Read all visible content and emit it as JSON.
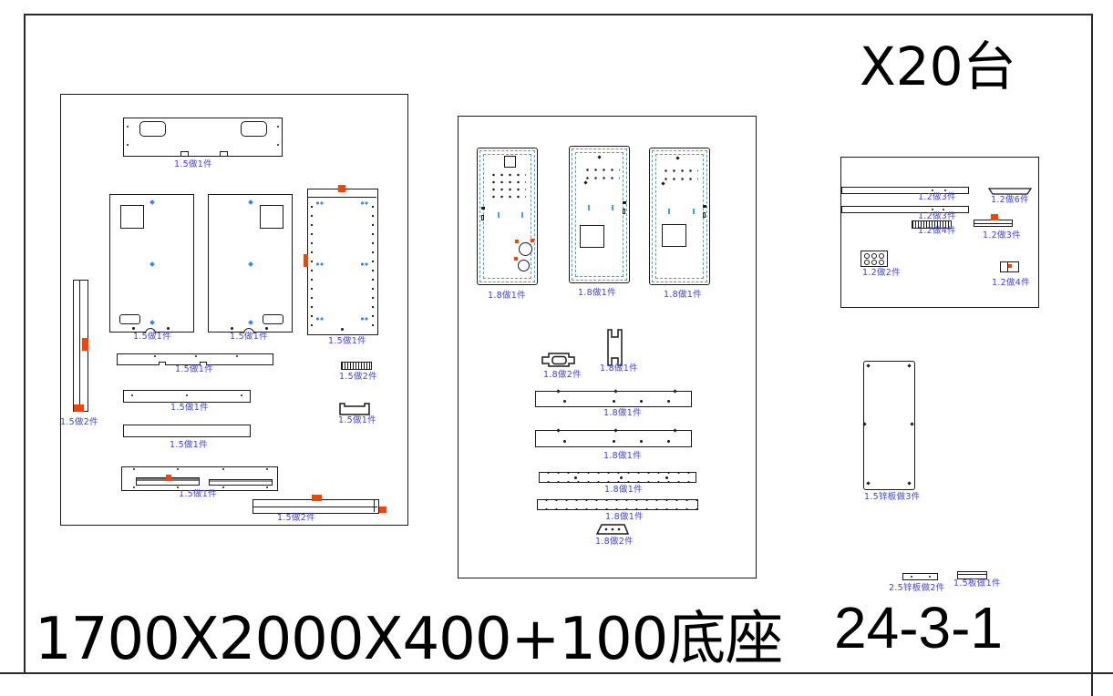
{
  "title_block": {
    "spec": "1700X2000X400+100底座",
    "drawing_no": "24-3-1",
    "quantity": "X20台"
  },
  "colors": {
    "annotation_blue": "#3c3cff",
    "panel_dashed_blue": "#3da0ff",
    "marker_blue": "#2e86ff",
    "accent_orange": "#ff4000",
    "line_black": "#1a1a1a"
  },
  "groups": {
    "left": {
      "labels": [
        "1.5做1件",
        "1.5做1件",
        "1.5做1件",
        "1.5做1件",
        "1.5做2件",
        "1.5做1件",
        "1.5做1件",
        "1.5做1件",
        "1.5做2件",
        "1.5做1件",
        "1.5做1件",
        "1.5做2件"
      ]
    },
    "middle": {
      "labels": [
        "1.8做1件",
        "1.8做1件",
        "1.8做1件",
        "1.8做2件",
        "1.8做1件",
        "1.8做1件",
        "1.8做1件",
        "1.8做1件",
        "1.8做1件",
        "1.8做2件"
      ]
    },
    "right": {
      "labels": [
        "1.2做3件",
        "1.2做6件",
        "1.2做3件",
        "1.2做4件",
        "1.2做3件",
        "1.2做2件",
        "1.2做4件"
      ]
    },
    "misc": {
      "labels": [
        "1.5锌板做3件",
        "2.5锌板做2件",
        "1.5板做1件"
      ]
    }
  }
}
